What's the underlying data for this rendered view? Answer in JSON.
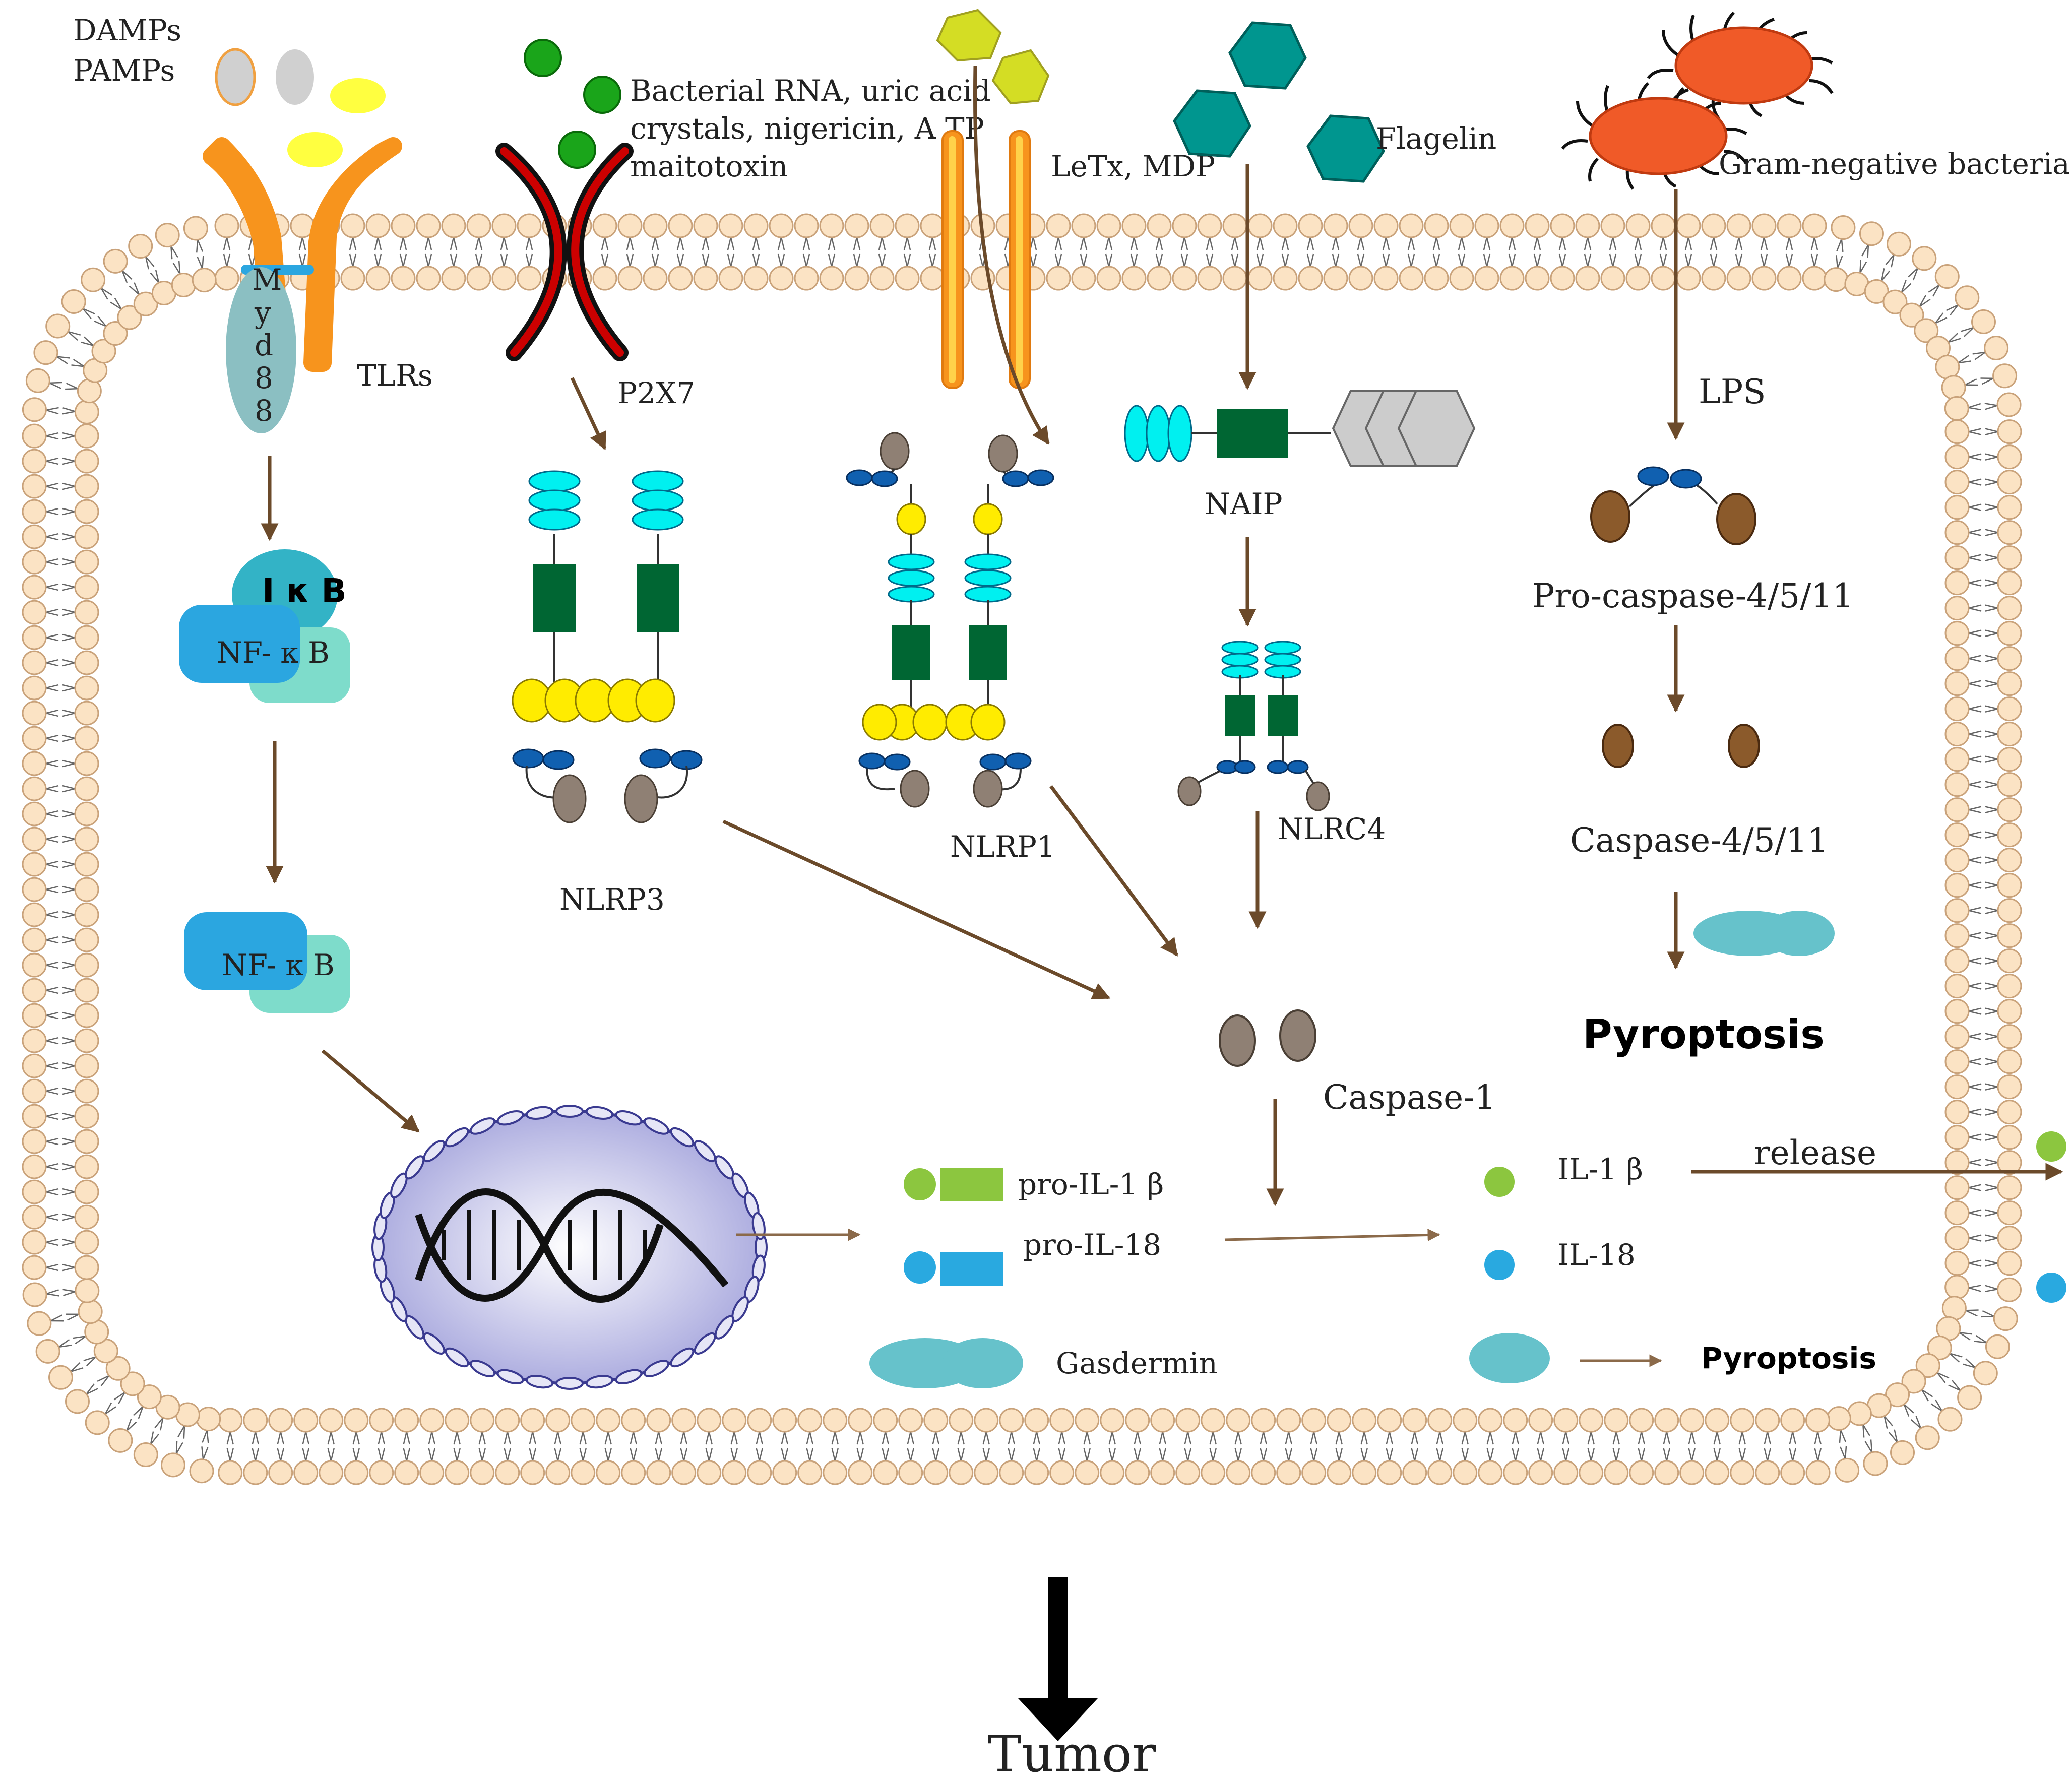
{
  "labels": {
    "damps": "DAMPs",
    "pamps": "PAMPs",
    "bacterial_line1": "Bacterial RNA, uric acid",
    "bacterial_line2": "crystals, nigericin, A TP",
    "bacterial_line3": "maitotoxin",
    "letx": "LeTx, MDP",
    "flagelin": "Flagelin",
    "gram_negative": "Gram-negative bacteria",
    "myd88_letters": [
      "M",
      "y",
      "d",
      "8",
      "8"
    ],
    "tlrs": "TLRs",
    "p2x7": "P2X7",
    "lps": "LPS",
    "naip": "NAIP",
    "ikb": "I κ B",
    "nfkb": "NF- κ B",
    "nlrp3": "NLRP3",
    "nlrp1": "NLRP1",
    "nlrc4": "NLRC4",
    "pro_caspase": "Pro-caspase-4/5/11",
    "caspase_4511": "Caspase-4/5/11",
    "pyroptosis": "Pyroptosis",
    "caspase1": "Caspase-1",
    "pro_il1b": "pro-IL-1 β",
    "pro_il18": "pro-IL-18",
    "gasdermin": "Gasdermin",
    "il1b": "IL-1 β",
    "il18": "IL-18",
    "release": "release",
    "pyroptosis_small": "Pyroptosis",
    "tumor": "Tumor"
  },
  "colors": {
    "lipid_head": "#fbe3c4",
    "lipid_outline": "#c9a27a",
    "arrow": "#6b4a2a",
    "tlr": "#f7941d",
    "myd88": "#8bbfc2",
    "ikb": "#33b3c6",
    "nfkb": "#2ba6e0",
    "nfkb_light": "#7edccb",
    "cyan": "#00f0f0",
    "nacht": "#006633",
    "yellow": "#ffec00",
    "blue_small": "#1060b0",
    "brown_caspase": "#8b5a2b",
    "grey_caspase": "#8f8074",
    "teal_hex": "#00968f",
    "gram_neg": "#f05a28",
    "green_ball": "#1aa51a",
    "yellow_green": "#d4dd24",
    "il1b_green": "#8cc63f",
    "il18_blue": "#29a9e0",
    "gasdermin": "#66c2cb",
    "nucleus": "#c8c8e8",
    "p2x7": "#cc0000"
  }
}
